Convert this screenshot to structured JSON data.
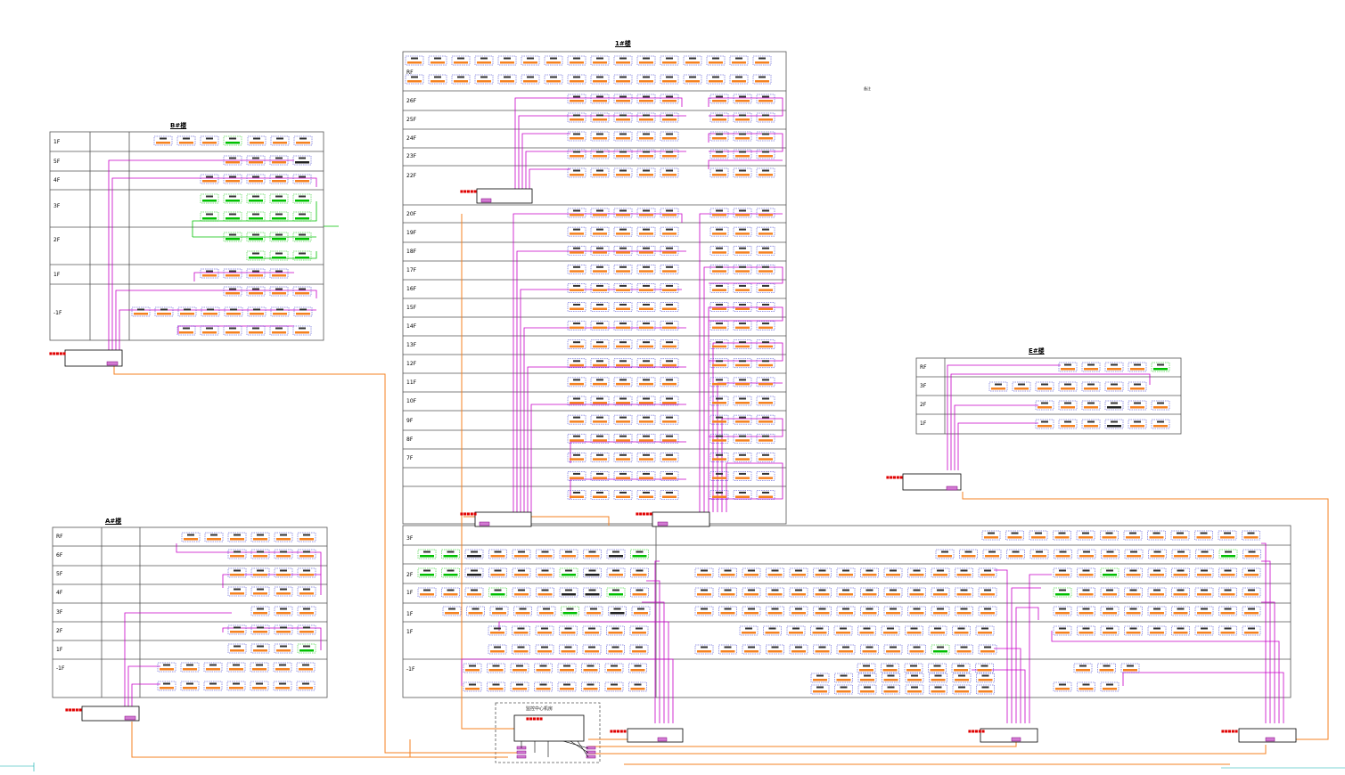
{
  "groups": {
    "left_top": {
      "title": "B#楼"
    },
    "center_top": {
      "title": "1#楼"
    },
    "right_mid": {
      "title": "E#楼"
    },
    "left_bottom": {
      "title": "A#楼"
    }
  },
  "rows": {
    "left_top": [
      "1F",
      "5F",
      "4F",
      "3F",
      "2F",
      "1F",
      "-1F"
    ],
    "center_top": [
      "RF",
      "26F",
      "25F",
      "24F",
      "23F",
      "22F",
      "20F",
      "19F",
      "18F",
      "17F",
      "16F",
      "15F",
      "14F",
      "13F",
      "12F",
      "11F",
      "10F",
      "9F",
      "8F",
      "7F"
    ],
    "right_mid": [
      "RF",
      "3F",
      "2F",
      "1F"
    ],
    "left_bottom": [
      "RF",
      "6F",
      "5F",
      "4F",
      "3F",
      "2F",
      "1F",
      "-1F"
    ],
    "center_bottom": [
      "3F",
      "2F",
      "1F",
      "1F",
      "1F",
      "-1F"
    ]
  },
  "cabinet_labels": {
    "main": "监控中心机房",
    "remark": "备注"
  },
  "colors": {
    "orange": "#f58220",
    "magenta": "#c800c8",
    "green": "#00c000",
    "red": "#e00000",
    "blue": "#0000ff",
    "grid": "#555555"
  }
}
